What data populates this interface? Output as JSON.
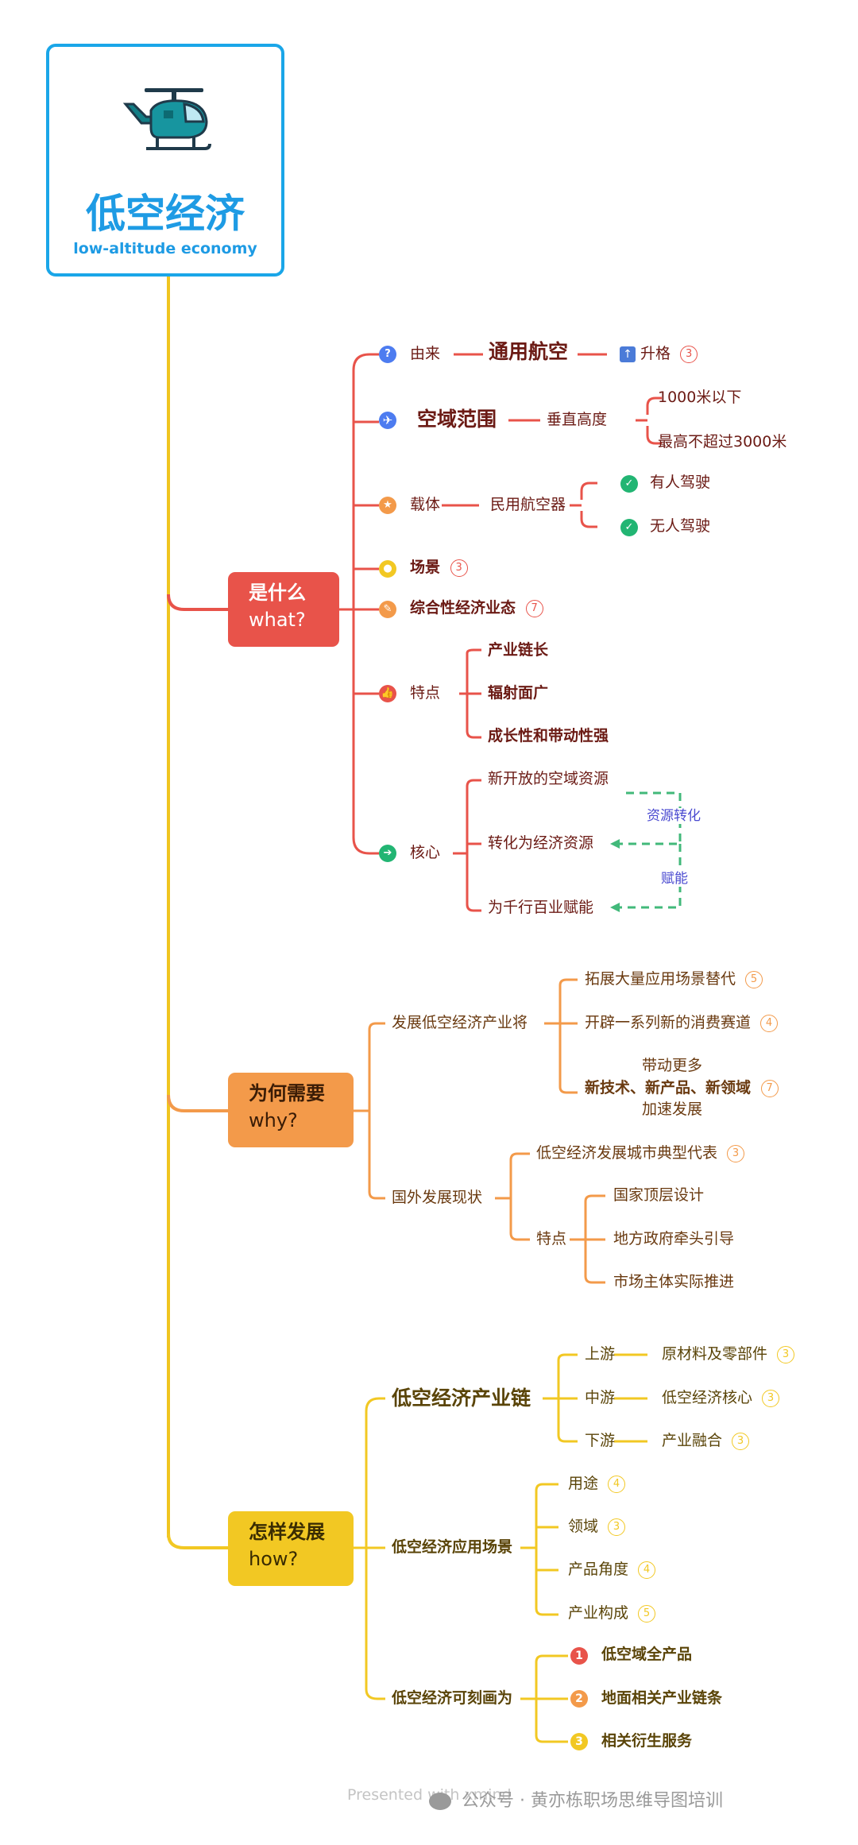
{
  "root": {
    "title": "低空经济",
    "subtitle": "low-altitude economy"
  },
  "what": {
    "label_line1": "是什么",
    "label_line2": "what?",
    "origin": {
      "label": "由来",
      "general_aviation": "通用航空",
      "upgrade": "升格",
      "upgrade_count": "3"
    },
    "airspace": {
      "label": "空域范围",
      "vertical": "垂直高度",
      "range1": "1000米以下",
      "range2": "最高不超过3000米"
    },
    "carrier": {
      "label": "载体",
      "civil_aircraft": "民用航空器",
      "manned": "有人驾驶",
      "unmanned": "无人驾驶"
    },
    "scene": {
      "label": "场景",
      "count": "3"
    },
    "comprehensive": {
      "label": "综合性经济业态",
      "count": "7"
    },
    "features": {
      "label": "特点",
      "items": [
        "产业链长",
        "辐射面广",
        "成长性和带动性强"
      ]
    },
    "core": {
      "label": "核心",
      "items": [
        "新开放的空域资源",
        "转化为经济资源",
        "为千行百业赋能"
      ],
      "transform": "资源转化",
      "empower": "赋能"
    }
  },
  "why": {
    "label_line1": "为何需要",
    "label_line2": "why?",
    "develop": {
      "label": "发展低空经济产业将",
      "items": [
        {
          "text": "拓展大量应用场景替代",
          "count": "5"
        },
        {
          "text": "开辟一系列新的消费赛道",
          "count": "4"
        },
        {
          "line1": "带动更多",
          "line2": "新技术、新产品、新领域",
          "line3": "加速发展",
          "count": "7"
        }
      ]
    },
    "foreign": {
      "label": "国外发展现状",
      "cities": "低空经济发展城市典型代表",
      "cities_count": "3",
      "features_label": "特点",
      "features": [
        "国家顶层设计",
        "地方政府牵头引导",
        "市场主体实际推进"
      ]
    }
  },
  "how": {
    "label_line1": "怎样发展",
    "label_line2": "how?",
    "chain": {
      "label": "低空经济产业链",
      "items": [
        {
          "stage": "上游",
          "text": "原材料及零部件",
          "count": "3"
        },
        {
          "stage": "中游",
          "text": "低空经济核心",
          "count": "3"
        },
        {
          "stage": "下游",
          "text": "产业融合",
          "count": "3"
        }
      ]
    },
    "scenes": {
      "label": "低空经济应用场景",
      "items": [
        {
          "text": "用途",
          "count": "4"
        },
        {
          "text": "领域",
          "count": "3"
        },
        {
          "text": "产品角度",
          "count": "4"
        },
        {
          "text": "产业构成",
          "count": "5"
        }
      ]
    },
    "portray": {
      "label": "低空经济可刻画为",
      "items": [
        {
          "num": "1",
          "text": "低空域全产品"
        },
        {
          "num": "2",
          "text": "地面相关产业链条"
        },
        {
          "num": "3",
          "text": "相关衍生服务"
        }
      ]
    }
  },
  "footer": {
    "presented": "Presented with xmind",
    "wechat": "公众号 · 黄亦栋职场思维导图培训"
  },
  "colors": {
    "root": "#1aa6e8",
    "what": "#e8534a",
    "why": "#f39a4a",
    "how": "#f2c823",
    "dashed": "#42b97a"
  }
}
